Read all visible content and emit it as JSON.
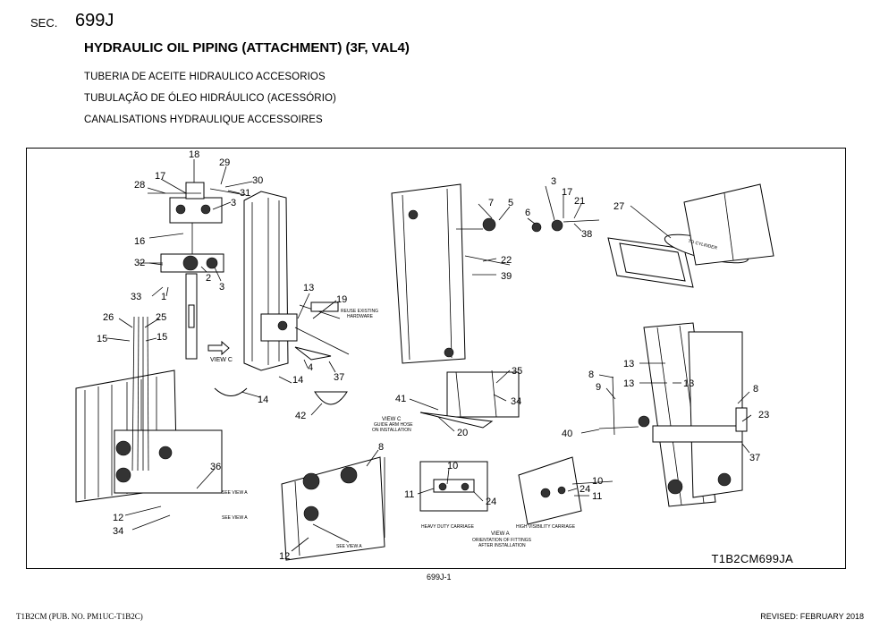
{
  "header": {
    "sec_label": "SEC.",
    "sec_number": "699J",
    "title": "HYDRAULIC OIL PIPING (ATTACHMENT) (3F, VAL4)",
    "subtitles": [
      "TUBERIA DE ACEITE HIDRAULICO ACCESORIOS",
      "TUBULAÇÃO DE ÓLEO HIDRÁULICO (ACESSÓRIO)",
      "CANALISATIONS HYDRAULIQUE ACCESSOIRES"
    ]
  },
  "figure": {
    "code": "T1B2CM699JA",
    "callouts": [
      "18",
      "29",
      "30",
      "17",
      "28",
      "31",
      "3",
      "16",
      "32",
      "2",
      "3",
      "33",
      "1",
      "13",
      "19",
      "26",
      "25",
      "15",
      "15",
      "14",
      "4",
      "37",
      "42",
      "14",
      "3",
      "7",
      "5",
      "6",
      "17",
      "21",
      "38",
      "27",
      "22",
      "39",
      "35",
      "41",
      "34",
      "20",
      "8",
      "13",
      "9",
      "13",
      "13",
      "8",
      "23",
      "40",
      "37",
      "36",
      "12",
      "34",
      "8",
      "10",
      "11",
      "24",
      "10",
      "24",
      "11",
      "12"
    ],
    "annotations": {
      "view_c_arrow": "VIEW C",
      "view_c": "VIEW C",
      "view_c_note1": "GUIDE ARM HOSE",
      "view_c_note2": "ON INSTALLATION",
      "view_a": "VIEW A",
      "orientation1": "ORIENTATION OF FITTINGS",
      "orientation2": "AFTER INSTALLATION",
      "heavy_duty": "HEAVY DUTY CARRIAGE",
      "high_visibility": "HIGH VISIBILITY CARRIAGE",
      "reuse1": "REUSE EXISTING",
      "reuse2": "HARDWARE",
      "see_view_a": "SEE VIEW A",
      "to_cylinder": "TO CYLINDER"
    }
  },
  "footer": {
    "page_number": "699J-1",
    "publication": "T1B2CM (PUB. NO. PM1UC-T1B2C)",
    "revised": "REVISED: FEBRUARY 2018"
  }
}
